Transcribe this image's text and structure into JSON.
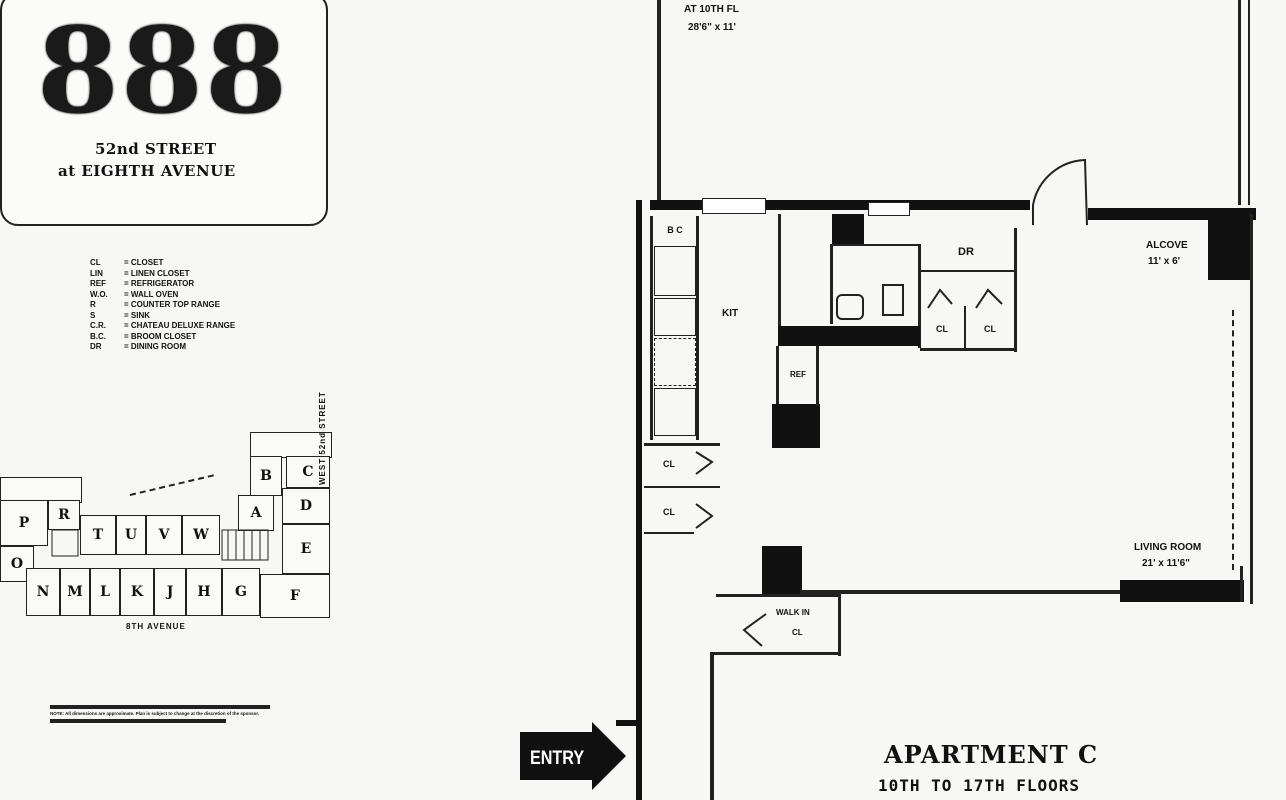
{
  "logo": {
    "number": "888",
    "street": "52nd STREET",
    "avenue": "at EIGHTH AVENUE"
  },
  "legend": [
    {
      "abbr": "CL",
      "desc": "= CLOSET"
    },
    {
      "abbr": "LIN",
      "desc": "= LINEN CLOSET"
    },
    {
      "abbr": "REF",
      "desc": "= REFRIGERATOR"
    },
    {
      "abbr": "W.O.",
      "desc": "= WALL OVEN"
    },
    {
      "abbr": "R",
      "desc": "= COUNTER TOP RANGE"
    },
    {
      "abbr": "S",
      "desc": "= SINK"
    },
    {
      "abbr": "C.R.",
      "desc": "= CHATEAU DELUXE RANGE"
    },
    {
      "abbr": "B.C.",
      "desc": "= BROOM CLOSET"
    },
    {
      "abbr": "DR",
      "desc": "= DINING ROOM"
    }
  ],
  "site_plan": {
    "units": [
      "P",
      "R",
      "T",
      "U",
      "V",
      "W",
      "A",
      "B",
      "C",
      "D",
      "E",
      "O",
      "N",
      "M",
      "L",
      "K",
      "J",
      "H",
      "G",
      "F"
    ],
    "street_label": "WEST 52nd STREET",
    "avenue_label": "8TH AVENUE"
  },
  "floor_plan": {
    "terrace_label": "AT 10TH FL",
    "terrace_dim": "28'6\" x 11'",
    "rooms": {
      "bc": "B C",
      "kit": "KIT",
      "dr": "DR",
      "alcove": "ALCOVE",
      "alcove_dim": "11' x 6'",
      "living_room": "LIVING ROOM",
      "living_dim": "21' x 11'6\"",
      "walk_in": "WALK IN",
      "walk_in_cl": "CL",
      "ref": "REF",
      "cl_1": "CL",
      "cl_2": "CL",
      "cl_3": "CL",
      "cl_4": "CL"
    },
    "entry": "ENTRY"
  },
  "title": {
    "apartment": "APARTMENT C",
    "floors": "10TH TO 17TH FLOORS"
  },
  "note": "NOTE: All dimensions are approximate. Plan is subject to change at the discretion of the sponsor."
}
